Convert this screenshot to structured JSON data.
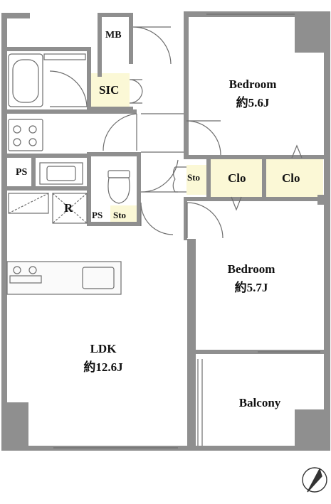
{
  "rooms": {
    "bedroom1": {
      "name": "Bedroom",
      "size": "約5.6J"
    },
    "bedroom2": {
      "name": "Bedroom",
      "size": "約5.7J"
    },
    "ldk": {
      "name": "LDK",
      "size": "約12.6J"
    },
    "balcony": {
      "name": "Balcony"
    }
  },
  "labels": {
    "mb": "MB",
    "sic": "SIC",
    "sto_hall": "Sto",
    "clo1": "Clo",
    "clo2": "Clo",
    "ps_left": "PS",
    "refrigerator": "R",
    "ps_toilet": "PS",
    "sto_toilet": "Sto"
  },
  "colors": {
    "wall": "#8f8f8f",
    "storage_fill": "#fbf8d6",
    "line": "#6e6e6e"
  },
  "icons": [
    "north-arrow-icon",
    "bathtub-icon",
    "stove-icon",
    "toilet-icon",
    "sink-icon"
  ]
}
